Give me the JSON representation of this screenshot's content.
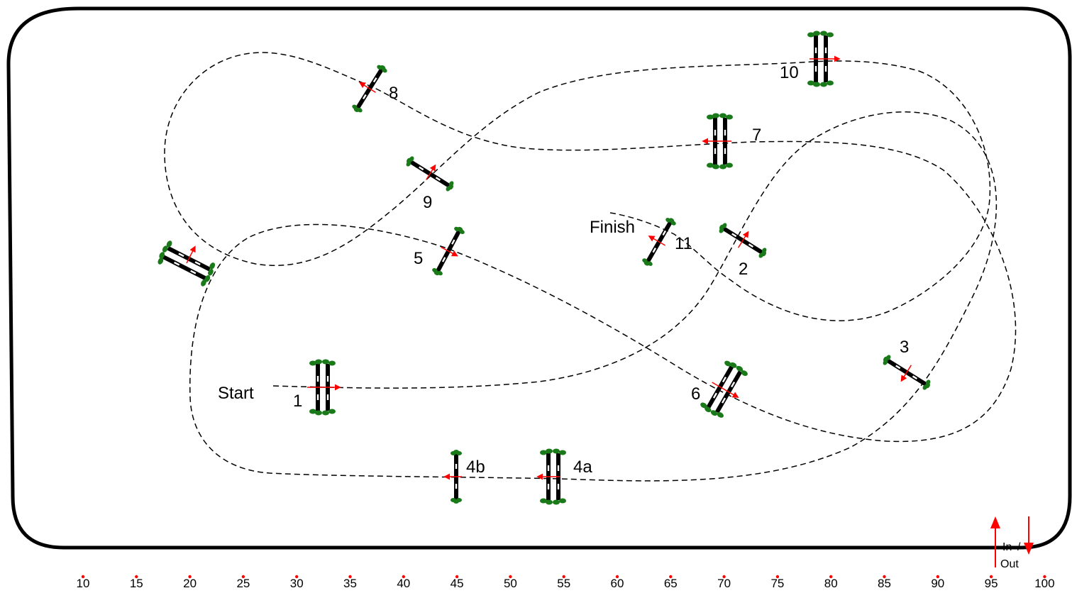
{
  "labels": {
    "start": "Start",
    "finish": "Finish",
    "j1": "1",
    "j2": "2",
    "j3": "3",
    "j4a": "4a",
    "j4b": "4b",
    "j5": "5",
    "j6": "6",
    "j7": "7",
    "j8": "8",
    "j9": "9",
    "j10": "10",
    "j11": "11"
  },
  "in_out": {
    "in": "In",
    "slash": "/",
    "out": "Out"
  },
  "scale": [
    "10",
    "15",
    "20",
    "25",
    "30",
    "35",
    "40",
    "45",
    "50",
    "55",
    "60",
    "65",
    "70",
    "75",
    "80",
    "85",
    "90",
    "95",
    "100"
  ],
  "colors": {
    "border": "#000000",
    "path": "#000000",
    "bush": "#1a7a1a",
    "arrow": "#ff0000",
    "rail": "#000000",
    "scale_dot": "#ff0000"
  }
}
